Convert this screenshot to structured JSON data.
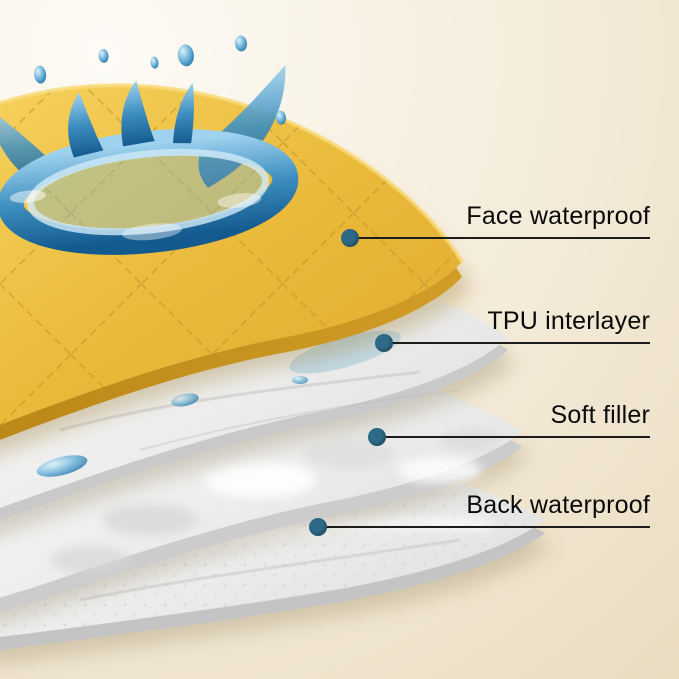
{
  "callouts": [
    {
      "label": "Face waterproof"
    },
    {
      "label": "TPU interlayer"
    },
    {
      "label": "Soft filler"
    },
    {
      "label": "Back waterproof"
    }
  ],
  "colors": {
    "callout_dot": "#2e6a88",
    "callout_line": "#1c1c1c",
    "label_text": "#0a0a0a",
    "face_layer_yellow": "#eaba3b",
    "face_layer_edge": "#c08d1d",
    "white_layers": "#ececec",
    "water_blue": "#3e8fc0",
    "background_light": "#fdfbf5",
    "background_dark": "#e9dabe"
  }
}
